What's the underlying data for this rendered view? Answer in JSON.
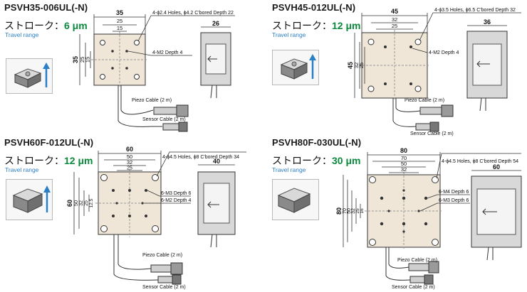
{
  "colors": {
    "stroke_value": "#0a8a3a",
    "travel_label": "#2b7fc6",
    "plate_fill": "#efe6d8"
  },
  "common": {
    "stroke_label": "ストローク：",
    "travel_label": "Travel range",
    "piezo_cable": "Piezo Cable (2 m)",
    "sensor_cable": "Sensor Cable (2 m)"
  },
  "panels": [
    {
      "model": "PSVH35-006UL(-N)",
      "stroke_value": "6 μm",
      "dims": {
        "top": [
          "35",
          "25",
          "15"
        ],
        "left": [
          "35",
          "25",
          "15"
        ],
        "side": "26"
      },
      "notes": [
        "4-ϕ2.4 Holes, ϕ4.2 C'bored Depth 22",
        "4-M2 Depth 4"
      ]
    },
    {
      "model": "PSVH45-012UL(-N)",
      "stroke_value": "12 μm",
      "dims": {
        "top": [
          "45",
          "32",
          "25"
        ],
        "left": [
          "45",
          "32",
          "25"
        ],
        "side": "36"
      },
      "notes": [
        "4-ϕ3.5 Holes, ϕ6.5 C'bored Depth 32",
        "4-M2 Depth 4"
      ]
    },
    {
      "model": "PSVH60F-012UL(-N)",
      "stroke_value": "12 μm",
      "dims": {
        "top": [
          "60",
          "50",
          "32",
          "25"
        ],
        "left": [
          "60",
          "50",
          "32",
          "25",
          "12.5"
        ],
        "side": "40"
      },
      "notes": [
        "4-ϕ4.5 Holes, ϕ8 C'bored Depth 34",
        "6-M3 Depth 6",
        "6-M2 Depth 4"
      ]
    },
    {
      "model": "PSVH80F-030UL(-N)",
      "stroke_value": "30 μm",
      "dims": {
        "top": [
          "80",
          "70",
          "50",
          "32"
        ],
        "left": [
          "80",
          "70",
          "50",
          "32",
          "25",
          "16"
        ],
        "side": "60"
      },
      "notes": [
        "4-ϕ4.5 Holes, ϕ8 C'bored Depth 54",
        "6-M4 Depth 6",
        "6-M3 Depth 6"
      ]
    }
  ]
}
